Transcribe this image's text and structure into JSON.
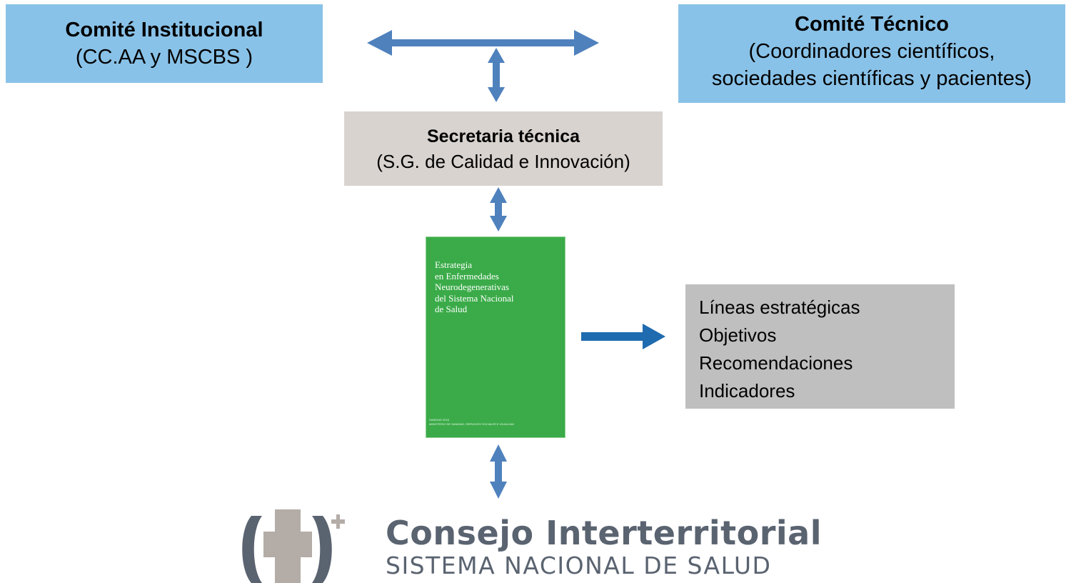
{
  "comite_institucional": {
    "title": "Comité Institucional",
    "subtitle": "(CC.AA y MSCBS )"
  },
  "comite_tecnico": {
    "title": "Comité Técnico",
    "subtitle_line1": "(Coordinadores científicos,",
    "subtitle_line2": "sociedades científicas y pacientes)"
  },
  "secretaria": {
    "title": "Secretaria técnica",
    "subtitle": "(S.G. de Calidad e Innovación)"
  },
  "cover": {
    "title_lines": [
      "Estrategia",
      "en Enfermedades",
      "Neurodegenerativas",
      "del Sistema Nacional",
      "de Salud"
    ],
    "footer_lines": [
      "SANIDAD 2016",
      "MINISTERIO DE SANIDAD, SERVICIOS SOCIALES E IGUALDAD"
    ]
  },
  "lineas": [
    "Líneas estratégicas",
    "Objetivos",
    "Recomendaciones",
    "Indicadores"
  ],
  "logo": {
    "name": "Consejo Interterritorial",
    "subtitle": "SISTEMA NACIONAL DE SALUD"
  },
  "colors": {
    "box_blue": "#89c2e8",
    "box_secretaria": "#d8d3cf",
    "box_lineas": "#bfbfbf",
    "cover_green": "#3aab48",
    "arrow_blue": "#4f81bd",
    "arrow_dark_blue": "#1f6bb0",
    "logo_gray": "#5a6370",
    "logo_cross": "#b4aca6"
  }
}
